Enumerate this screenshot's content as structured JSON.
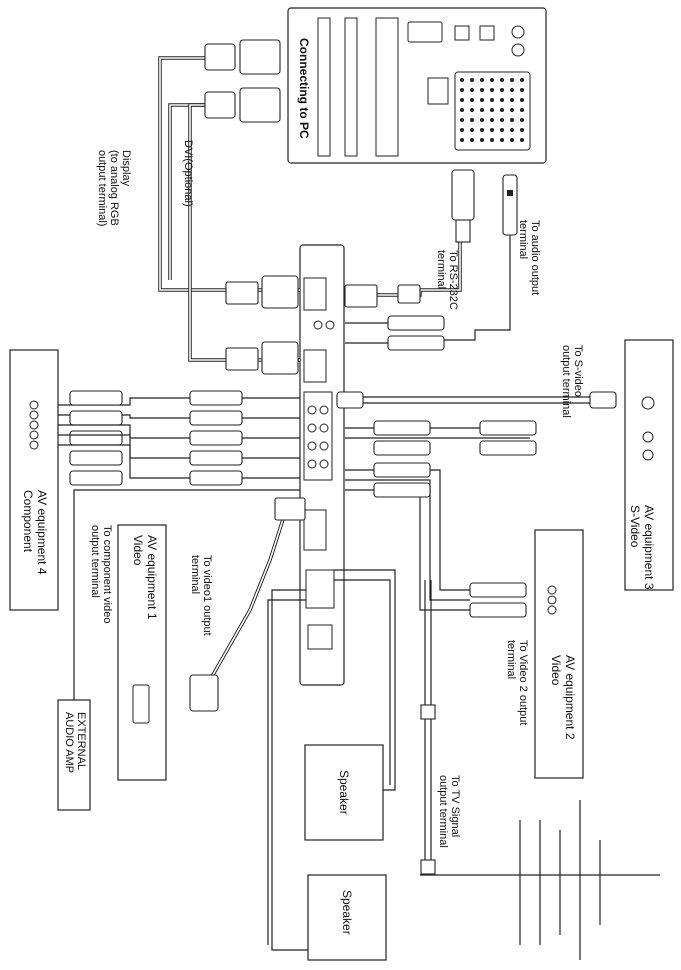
{
  "pc": {
    "title": "Connecting to PC"
  },
  "cables": {
    "display_line1": "Display",
    "display_line2": "(to analog RGB",
    "display_line3": "output terminal)",
    "dvi": "DVI(Optional)",
    "rs232_line1": "To RS-232C",
    "rs232_line2": "terminal",
    "audio_out_line1": "To audio output",
    "audio_out_line2": "terminal",
    "svideo_out_line1": "To S-video",
    "svideo_out_line2": "output terminal",
    "component_out_line1": "To component video",
    "component_out_line2": "output terminal",
    "video1_out_line1": "To video1 output",
    "video1_out_line2": "terminal",
    "video2_out_line1": "To Video 2 output",
    "video2_out_line2": "terminal",
    "tv_signal_line1": "To TV Signal",
    "tv_signal_line2": "output terminal"
  },
  "devices": {
    "av3": {
      "line1": "AV equipment 3",
      "line2": "S-Video"
    },
    "av4": {
      "line1": "AV equipment 4",
      "line2": "Component"
    },
    "av1": {
      "line1": "AV equipment 1",
      "line2": "Video"
    },
    "av2": {
      "line1": "AV equipment 2",
      "line2": "Video"
    },
    "speaker_1": "Speaker",
    "speaker_2": "Speaker",
    "amp_line1": "EXTERNAL",
    "amp_line2": "AUDIO AMP"
  }
}
